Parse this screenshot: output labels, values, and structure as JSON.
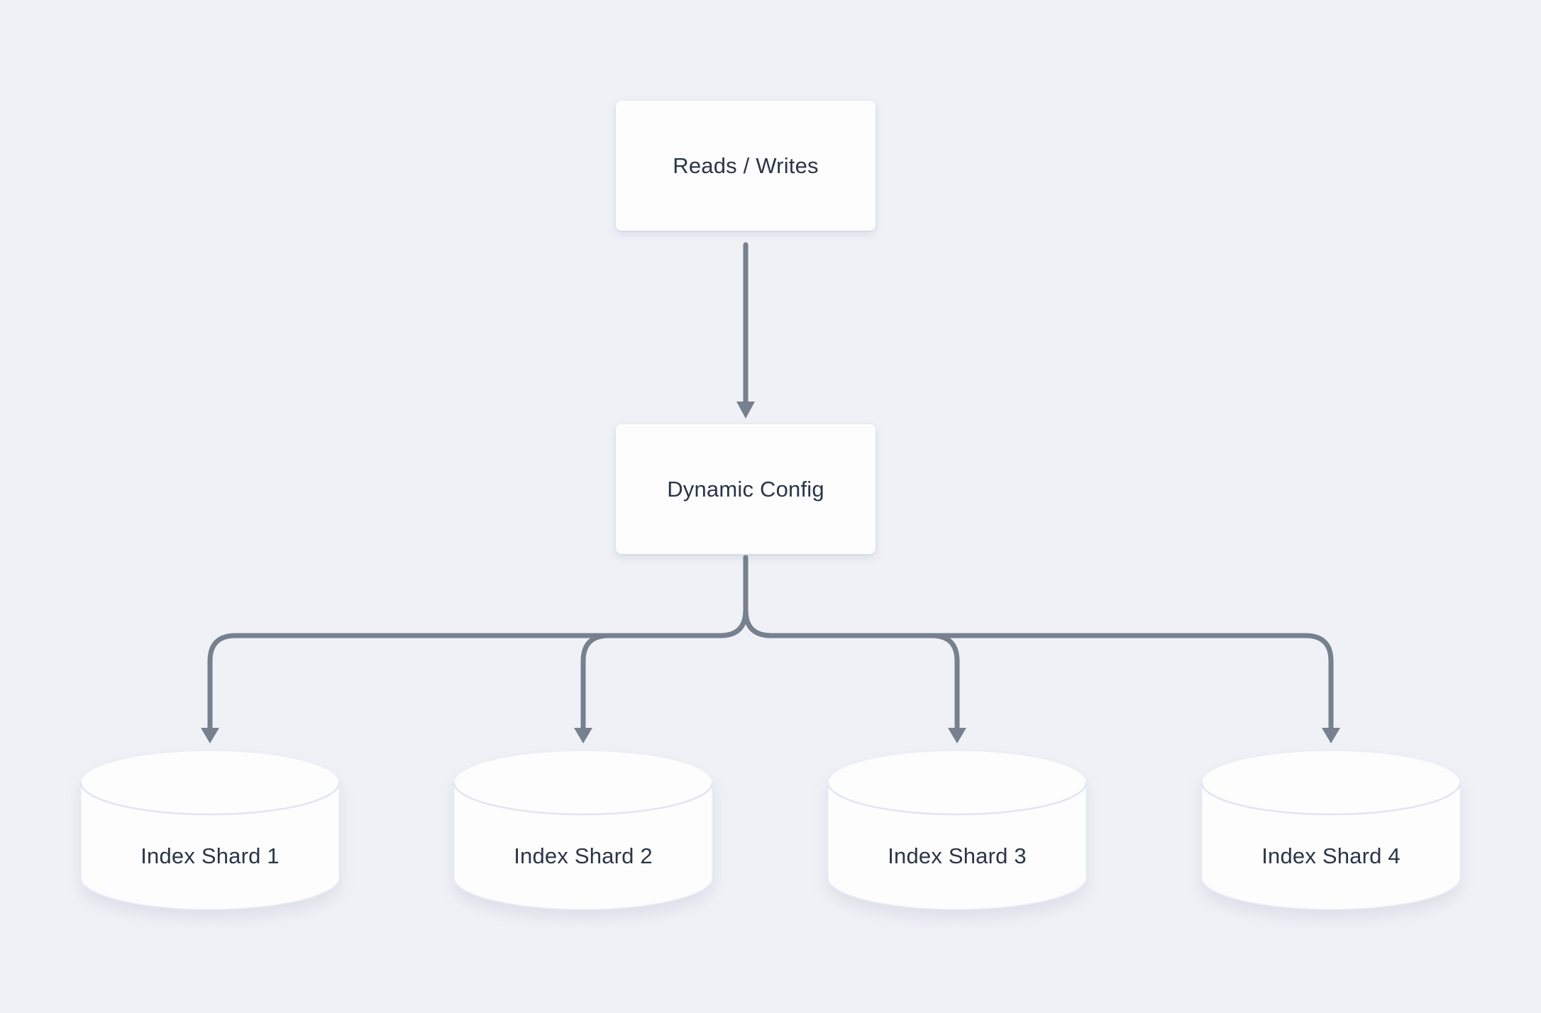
{
  "diagram": {
    "type": "flowchart",
    "direction": "top-down",
    "nodes": [
      {
        "id": "reads-writes",
        "label": "Reads / Writes",
        "shape": "rectangle"
      },
      {
        "id": "dynamic-config",
        "label": "Dynamic Config",
        "shape": "rectangle"
      },
      {
        "id": "index-shard-1",
        "label": "Index Shard 1",
        "shape": "database-cylinder"
      },
      {
        "id": "index-shard-2",
        "label": "Index Shard 2",
        "shape": "database-cylinder"
      },
      {
        "id": "index-shard-3",
        "label": "Index Shard 3",
        "shape": "database-cylinder"
      },
      {
        "id": "index-shard-4",
        "label": "Index Shard 4",
        "shape": "database-cylinder"
      }
    ],
    "edges": [
      {
        "from": "reads-writes",
        "to": "dynamic-config",
        "style": "arrow"
      },
      {
        "from": "dynamic-config",
        "to": "index-shard-1",
        "style": "arrow"
      },
      {
        "from": "dynamic-config",
        "to": "index-shard-2",
        "style": "arrow"
      },
      {
        "from": "dynamic-config",
        "to": "index-shard-3",
        "style": "arrow"
      },
      {
        "from": "dynamic-config",
        "to": "index-shard-4",
        "style": "arrow"
      }
    ],
    "colors": {
      "background": "#eff1f6",
      "node_fill": "#fdfdfe",
      "text": "#2b3547",
      "connector": "#76808f"
    }
  }
}
